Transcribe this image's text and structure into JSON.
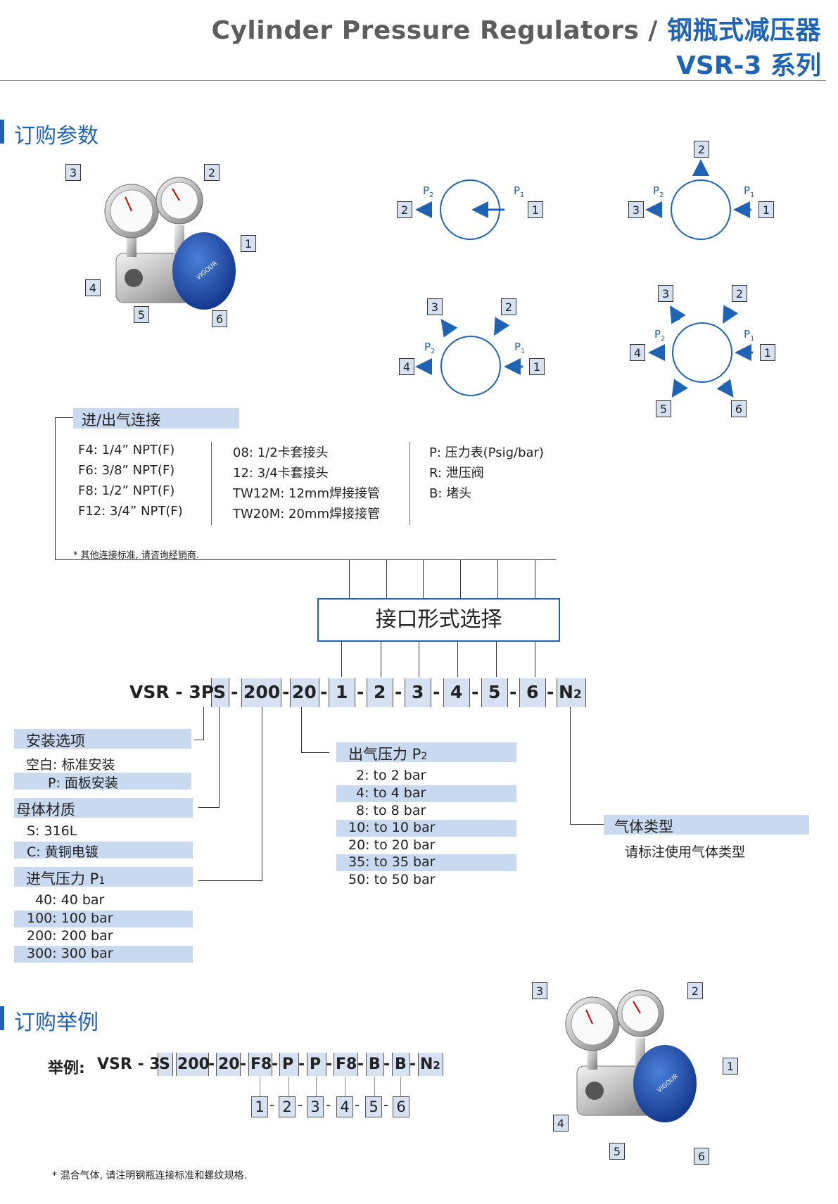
{
  "header": {
    "title_en": "Cylinder Pressure Regulators /",
    "title_cn": "钢瓶式减压器",
    "series": "VSR-3 系列"
  },
  "section_ordering": "订购参数",
  "section_example": "订购举例",
  "port_labels": {
    "p1": "P",
    "p1_sub": "1",
    "p2": "P",
    "p2_sub": "2"
  },
  "numbers": [
    "1",
    "2",
    "3",
    "4",
    "5",
    "6"
  ],
  "product_image": {
    "brand": "VIGOUR"
  },
  "connection": {
    "title": "进/出气连接",
    "col1": [
      "F4:  1/4” NPT(F)",
      "F6:  3/8” NPT(F)",
      "F8:  1/2” NPT(F)",
      "F12:  3/4” NPT(F)"
    ],
    "col2": [
      "08: 1/2卡套接头",
      "12: 3/4卡套接头",
      "TW12M: 12mm焊接接管",
      "TW20M: 20mm焊接接管"
    ],
    "col3": [
      "P: 压力表(Psig/bar)",
      "R: 泄压阀",
      "B: 堵头"
    ],
    "note": "* 其他连接标准, 请咨询经销商."
  },
  "port_select": "接口形式选择",
  "code": {
    "prefix": "VSR - 3P",
    "s": "S",
    "p1": "200",
    "p2": "20",
    "n2": "N",
    "n2_sub": "2",
    "dash": "-"
  },
  "install": {
    "title": "安装选项",
    "rows": [
      "空白:  标准安装",
      "P:  面板安装"
    ]
  },
  "body_material": {
    "title": "母体材质",
    "rows": [
      "S:  316L",
      "C:  黄铜电镀"
    ]
  },
  "inlet": {
    "title": "进气压力 P",
    "title_sub": "1",
    "rows": [
      "40:  40 bar",
      "100:  100 bar",
      "200:  200 bar",
      "300:  300 bar"
    ]
  },
  "outlet": {
    "title": "出气压力 P",
    "title_sub": "2",
    "rows": [
      "2:  to 2 bar",
      "4:  to 4 bar",
      "8:  to 8 bar",
      "10:  to 10 bar",
      "20:  to 20 bar",
      "35:  to 35 bar",
      "50:  to 50 bar"
    ]
  },
  "gas": {
    "title": "气体类型",
    "desc": "请标注使用气体类型"
  },
  "example": {
    "label": "举例:",
    "prefix": "VSR - 3",
    "s": "S",
    "p1": "200",
    "p2": "20",
    "ports": [
      "F8",
      "P",
      "P",
      "F8",
      "B",
      "B"
    ],
    "n2": "N",
    "n2_sub": "2",
    "dash": "-"
  },
  "footnote": "*  混合气体, 请注明钢瓶连接标准和螺纹规格.",
  "colors": {
    "brand_blue": "#1f64b4",
    "highlight": "#c9daf0",
    "box": "#d6e2f1"
  }
}
